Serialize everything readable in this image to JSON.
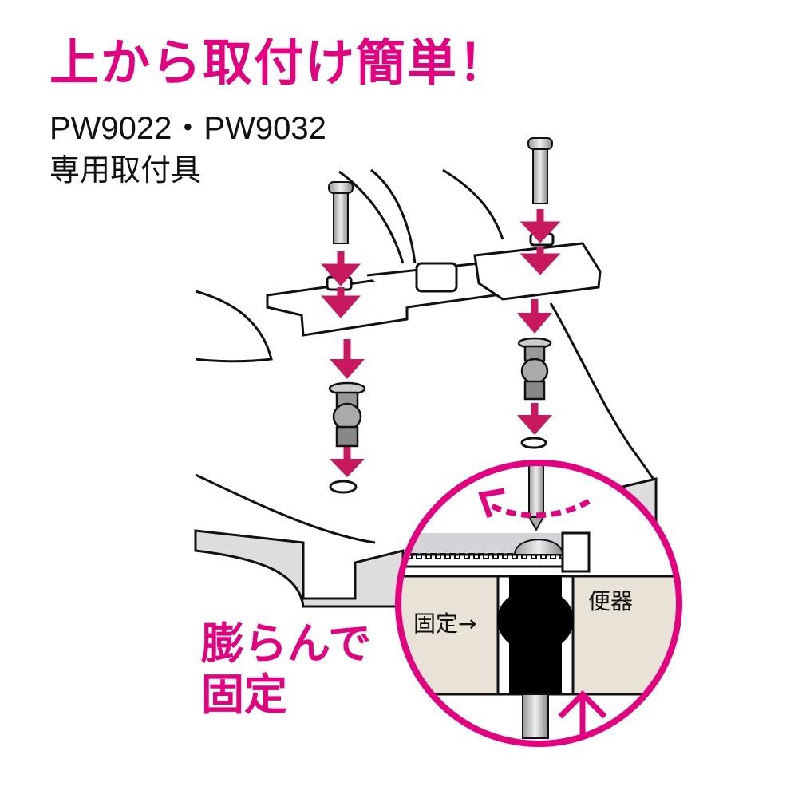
{
  "title": "上から取付け簡単！",
  "model_numbers": "PW9022・PW9032",
  "subtitle": "専用取付具",
  "callout": {
    "line1": "膨らんで",
    "line2": "固定"
  },
  "inset": {
    "fixed_label": "固定→",
    "toilet_label": "便器"
  },
  "colors": {
    "accent": "#e4007f",
    "arrow": "#c8185f",
    "ceramic": "#e8e3d6"
  }
}
